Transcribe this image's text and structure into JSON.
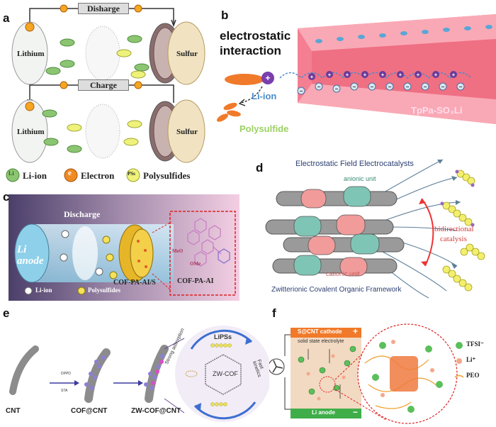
{
  "panels": {
    "a": {
      "label": "a",
      "discharge": "Disharge",
      "charge": "Charge",
      "lithium": "Lithium",
      "sulfur": "Sulfur",
      "lithium2": "Lithium",
      "sulfur2": "Sulfur",
      "legend": {
        "li": "Li-ion",
        "e": "Electron",
        "ps": "Polysulfides"
      },
      "badges": {
        "li": "Li",
        "e": "e",
        "ps": "PSs"
      }
    },
    "b": {
      "label": "b",
      "title_line1": "electrostatic",
      "title_line2": "interaction",
      "li": "Li-ion",
      "ps": "Polysulfide",
      "material": "TpPa-SO₃Li"
    },
    "c": {
      "label": "c",
      "discharge": "Discharge",
      "anode": "Li anode",
      "cathode": "COF-PA-AI/S",
      "structure": "COF-PA-AI",
      "legend_li": "Li-ion",
      "legend_ps": "Polysulfides",
      "ome1": "MeO",
      "ome2": "OMe"
    },
    "d": {
      "label": "d",
      "title": "Electrostatic Field Electrocatalysts",
      "anionic": "anionic unit",
      "cationic": "cationic unit",
      "bidirectional": "bidirectional",
      "catalysis": "catalysis",
      "framework": "Zwitterionic Covalent Organic Framework"
    },
    "e": {
      "label": "e",
      "cnt": "CNT",
      "cofcnt": "COF@CNT",
      "zwcofcnt": "ZW-COF@CNT",
      "lipss": "LiPSs",
      "zwcof": "ZW-COF",
      "adsorption": "Strong adsorption",
      "kinetics": "Fast kinetics",
      "dppd": "DPPD",
      "sta": "STA"
    },
    "f": {
      "label": "f",
      "cathode": "S@CNT cathode",
      "anode": "Li anode",
      "electrolyte": "solid state electrolyte",
      "tfsi": "TFSI⁻",
      "li": "Li⁺",
      "peo": "PEO",
      "plus": "+",
      "minus": "−"
    }
  },
  "colors": {
    "pink_channel": "#f37b8e",
    "li_green": "#6fbf4a",
    "electron_orange": "#f08a24",
    "sulfur_yellow": "#eaf26a",
    "cathode_orange": "#f07a2a",
    "anode_green": "#3fae49"
  }
}
